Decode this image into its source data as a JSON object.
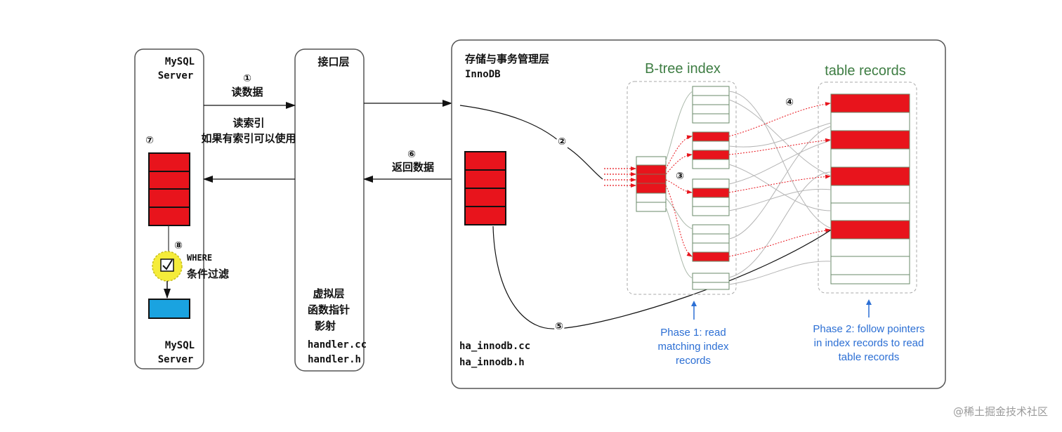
{
  "mysql_server": {
    "top_label": [
      "MySQL",
      "Server"
    ],
    "bottom_label": [
      "MySQL",
      "Server"
    ],
    "step7": "⑦",
    "step8": "⑧",
    "where_label": "WHERE",
    "filter_label": "条件过滤"
  },
  "interface_layer": {
    "title": "接口层",
    "virtual_label": [
      "虚拟层",
      "函数指针",
      "影射"
    ],
    "files": [
      "handler.cc",
      "handler.h"
    ]
  },
  "arrows": {
    "step1": "①",
    "read_data": "读数据",
    "read_index": "读索引",
    "use_index": "如果有索引可以使用",
    "step6": "⑥",
    "return_data": "返回数据"
  },
  "storage": {
    "title": "存储与事务管理层",
    "engine": "InnoDB",
    "files": [
      "ha_innodb.cc",
      "ha_innodb.h"
    ],
    "step2": "②",
    "step3": "③",
    "step4": "④",
    "step5": "⑤",
    "btree_title": "B-tree index",
    "table_title": "table records",
    "phase1": [
      "Phase 1: read",
      "matching index",
      "records"
    ],
    "phase2": [
      "Phase 2: follow pointers",
      "in index records to read",
      "table records"
    ]
  },
  "colors": {
    "red": "#e8141c",
    "blue": "#1aa3e0",
    "yellow": "#f5ec3a",
    "green_text": "#3e7d43",
    "blue_text": "#2c6fd4"
  },
  "watermark": "@稀土掘金技术社区"
}
